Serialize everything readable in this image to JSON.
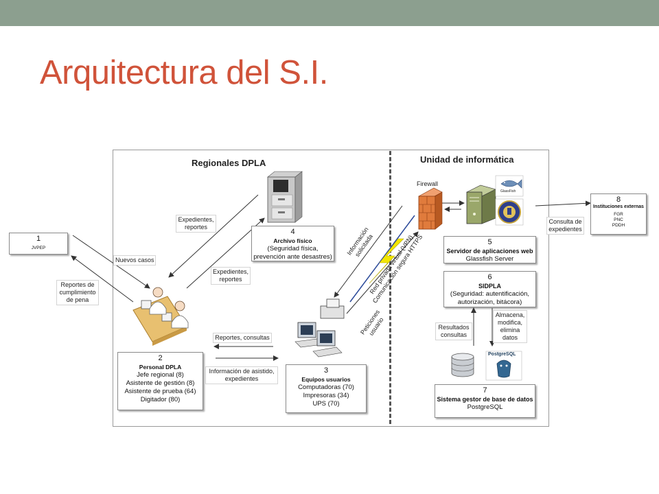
{
  "slide": {
    "title": "Arquitectura del S.I."
  },
  "sections": {
    "regionales": "Regionales DPLA",
    "unidad": "Unidad de informática"
  },
  "nodes": {
    "jvpep": {
      "number": "1",
      "name": "JVPEP"
    },
    "personal": {
      "number": "2",
      "name": "Personal DPLA",
      "lines": [
        "Jefe regional (8)",
        "Asistente de gestión (8)",
        "Asistente de prueba (64)",
        "Digitador (80)"
      ]
    },
    "equipos": {
      "number": "3",
      "name": "Equipos usuarios",
      "lines": [
        "Computadoras (70)",
        "Impresoras (34)",
        "UPS (70)"
      ]
    },
    "archivo": {
      "number": "4",
      "name": "Archivo físico",
      "lines": [
        "(Seguridad física,",
        "prevención ante desastres)"
      ]
    },
    "servidor": {
      "number": "5",
      "name": "Servidor de aplicaciones web",
      "lines": [
        "Glassfish Server"
      ]
    },
    "sidpla": {
      "number": "6",
      "name": "SIDPLA",
      "lines": [
        "(Seguridad: autentificación,",
        "autorización, bitácora)"
      ]
    },
    "sgbd": {
      "number": "7",
      "name": "Sistema gestor de base de datos",
      "lines": [
        "PostgreSQL"
      ]
    },
    "externas": {
      "number": "8",
      "name": "Instituciones externas",
      "lines": [
        "FGR",
        "PNC",
        "PDDH"
      ]
    }
  },
  "labels": {
    "expedientes_reportes_1": [
      "Expedientes,",
      "reportes"
    ],
    "nuevos_casos": "Nuevos casos",
    "reportes_cumplimiento": [
      "Reportes de",
      "cumplimiento",
      "de pena"
    ],
    "expedientes_reportes_2": [
      "Expedientes,",
      "reportes"
    ],
    "reportes_consultas": "Reportes, consultas",
    "info_asistido": [
      "Información de asistido,",
      "expedientes"
    ],
    "info_solicitada": [
      "Información",
      "solicitada"
    ],
    "red_privada": [
      "Red privada virtual (VPN)",
      "Comunicación segura HTTPS"
    ],
    "peticiones": [
      "Peticiones",
      "usuario"
    ],
    "firewall": "Firewall",
    "consulta_expedientes": [
      "Consulta de",
      "expedientes"
    ],
    "resultados": [
      "Resultados",
      "consultas"
    ],
    "almacena": [
      "Almacena,",
      "modifica,",
      "elimina",
      "datos"
    ],
    "glassfish_logo": "GlassFish",
    "postgres_logo": "PostgreSQL"
  },
  "colors": {
    "title": "#d0533a",
    "topbar": "#8c9f8f",
    "firewall": "#e07b3c",
    "lightning": "#f2e600",
    "desk": "#e8c070"
  }
}
